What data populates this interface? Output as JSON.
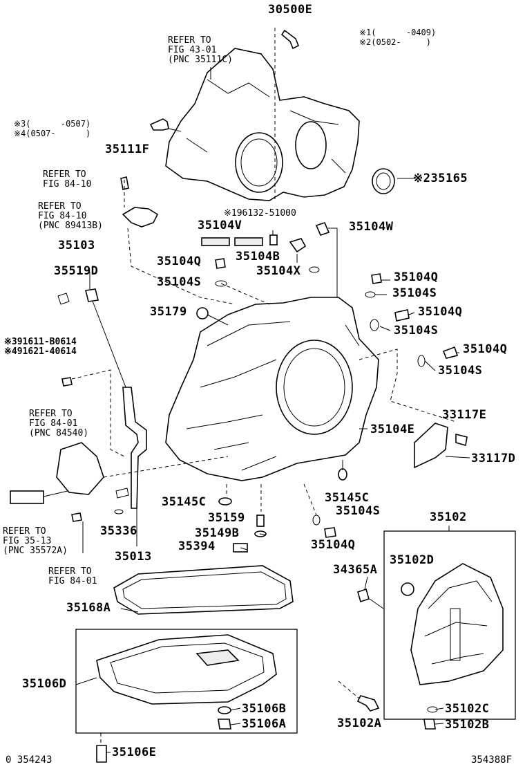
{
  "labels": {
    "p30500E": "30500E",
    "p35111F": "35111F",
    "p35165": "※235165",
    "p196132": "※196132-51000",
    "p35104V": "35104V",
    "p35104W": "35104W",
    "p35103": "35103",
    "p35519D": "35519D",
    "p35104Q_a": "35104Q",
    "p35104B": "35104B",
    "p35104X": "35104X",
    "p35104S_a": "35104S",
    "p35104Q_b": "35104Q",
    "p35104S_b": "35104S",
    "p35179": "35179",
    "p35104Q_c": "35104Q",
    "p35104S_c": "35104S",
    "p35104Q_d": "35104Q",
    "p35104S_d": "35104S",
    "p33117E": "33117E",
    "p35104E": "35104E",
    "p33117D": "33117D",
    "p35145C_a": "35145C",
    "p35145C_b": "35145C",
    "p35159": "35159",
    "p35104S_e": "35104S",
    "p35149B": "35149B",
    "p35336": "35336",
    "p35394": "35394",
    "p35104Q_e": "35104Q",
    "p35102": "35102",
    "p35013": "35013",
    "p35102D": "35102D",
    "p34365A": "34365A",
    "p35168A": "35168A",
    "p35106D": "35106D",
    "p35106B": "35106B",
    "p35106A": "35106A",
    "p35106E": "35106E",
    "p35102C": "35102C",
    "p35102A": "35102A",
    "p35102B": "35102B"
  },
  "refs": {
    "r1": "REFER TO\nFIG 43-01\n(PNC 35111C)",
    "r2": "REFER TO\nFIG 84-10",
    "r3": "REFER TO\nFIG 84-10\n(PNC 89413B)",
    "r4": "REFER TO\nFIG 84-01\n(PNC 84540)",
    "r5": "REFER TO\nFIG 35-13\n(PNC 35572A)",
    "r6": "REFER TO\nFIG 84-01"
  },
  "notes": {
    "n12": "※1(      -0409)\n※2(0502-     )",
    "n34": "※3(      -0507)\n※4(0507-      )",
    "n91": "※391611-B0614\n※491621-40614"
  },
  "footer": {
    "left": "0 354243",
    "right": "354388F"
  }
}
